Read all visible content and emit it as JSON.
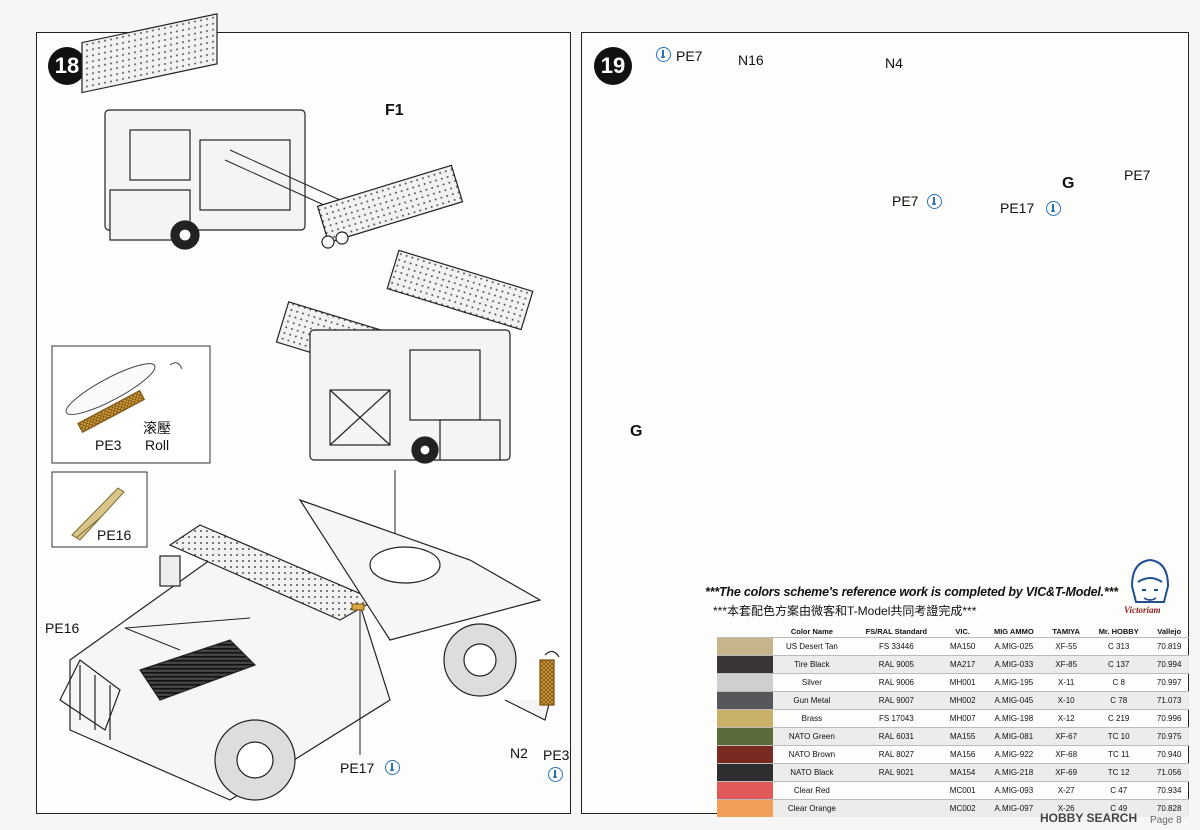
{
  "steps": {
    "left": "18",
    "right": "19"
  },
  "left_labels": {
    "f1": "F1",
    "pe3": "PE3",
    "roll_zh": "滚壓",
    "roll_en": "Roll",
    "pe16_inset": "PE16",
    "pe16_main": "PE16",
    "pe17": "PE17",
    "n2": "N2",
    "pe3_bottom": "PE3"
  },
  "right_labels": {
    "pe7_top": "PE7",
    "n16": "N16",
    "n4": "N4",
    "pe7_mid": "PE7",
    "pe7_right": "PE7",
    "g_top": "G",
    "pe17": "PE17",
    "g_left": "G"
  },
  "color_note": {
    "en": "***The colors scheme's reference work is completed by VIC&T-Model.***",
    "zh": "***本套配色方案由微客和T-Model共同考證完成***"
  },
  "brand": "Victoriam",
  "color_table": {
    "headers": [
      "",
      "Color Name",
      "FS/RAL Standard",
      "VIC.",
      "MIG AMMO",
      "TAMIYA",
      "Mr. HOBBY",
      "Vallejo"
    ],
    "rows": [
      {
        "swatch": "#c8b48a",
        "name": "US Desert Tan",
        "std": "FS 33446",
        "vic": "MA150",
        "mig": "A.MIG-025",
        "tamiya": "XF-55",
        "mr": "C 313",
        "vallejo": "70.819"
      },
      {
        "swatch": "#3a3435",
        "name": "Tire Black",
        "std": "RAL 9005",
        "vic": "MA217",
        "mig": "A.MIG-033",
        "tamiya": "XF-85",
        "mr": "C 137",
        "vallejo": "70.994"
      },
      {
        "swatch": "#cfcfd2",
        "name": "Silver",
        "std": "RAL 9006",
        "vic": "MH001",
        "mig": "A.MIG-195",
        "tamiya": "X-11",
        "mr": "C 8",
        "vallejo": "70.997"
      },
      {
        "swatch": "#55575a",
        "name": "Gun Metal",
        "std": "RAL 9007",
        "vic": "MH002",
        "mig": "A.MIG-045",
        "tamiya": "X-10",
        "mr": "C 78",
        "vallejo": "71.073"
      },
      {
        "swatch": "#c9b16a",
        "name": "Brass",
        "std": "FS 17043",
        "vic": "MH007",
        "mig": "A.MIG-198",
        "tamiya": "X-12",
        "mr": "C 219",
        "vallejo": "70.996"
      },
      {
        "swatch": "#5c6b3a",
        "name": "NATO Green",
        "std": "RAL 6031",
        "vic": "MA155",
        "mig": "A.MIG-081",
        "tamiya": "XF-67",
        "mr": "TC 10",
        "vallejo": "70.975"
      },
      {
        "swatch": "#7a2a22",
        "name": "NATO Brown",
        "std": "RAL 8027",
        "vic": "MA156",
        "mig": "A.MIG-922",
        "tamiya": "XF-68",
        "mr": "TC 11",
        "vallejo": "70.940"
      },
      {
        "swatch": "#2e2d2f",
        "name": "NATO Black",
        "std": "RAL 9021",
        "vic": "MA154",
        "mig": "A.MIG-218",
        "tamiya": "XF-69",
        "mr": "TC 12",
        "vallejo": "71.056"
      },
      {
        "swatch": "#e05a5a",
        "name": "Clear Red",
        "std": "",
        "vic": "MC001",
        "mig": "A.MIG-093",
        "tamiya": "X-27",
        "mr": "C 47",
        "vallejo": "70.934"
      },
      {
        "swatch": "#f0a05a",
        "name": "Clear Orange",
        "std": "",
        "vic": "MC002",
        "mig": "A.MIG-097",
        "tamiya": "X-26",
        "mr": "C 49",
        "vallejo": "70.828"
      }
    ]
  },
  "footer": {
    "logo": "HOBBY SEARCH",
    "page": "Page 8"
  }
}
